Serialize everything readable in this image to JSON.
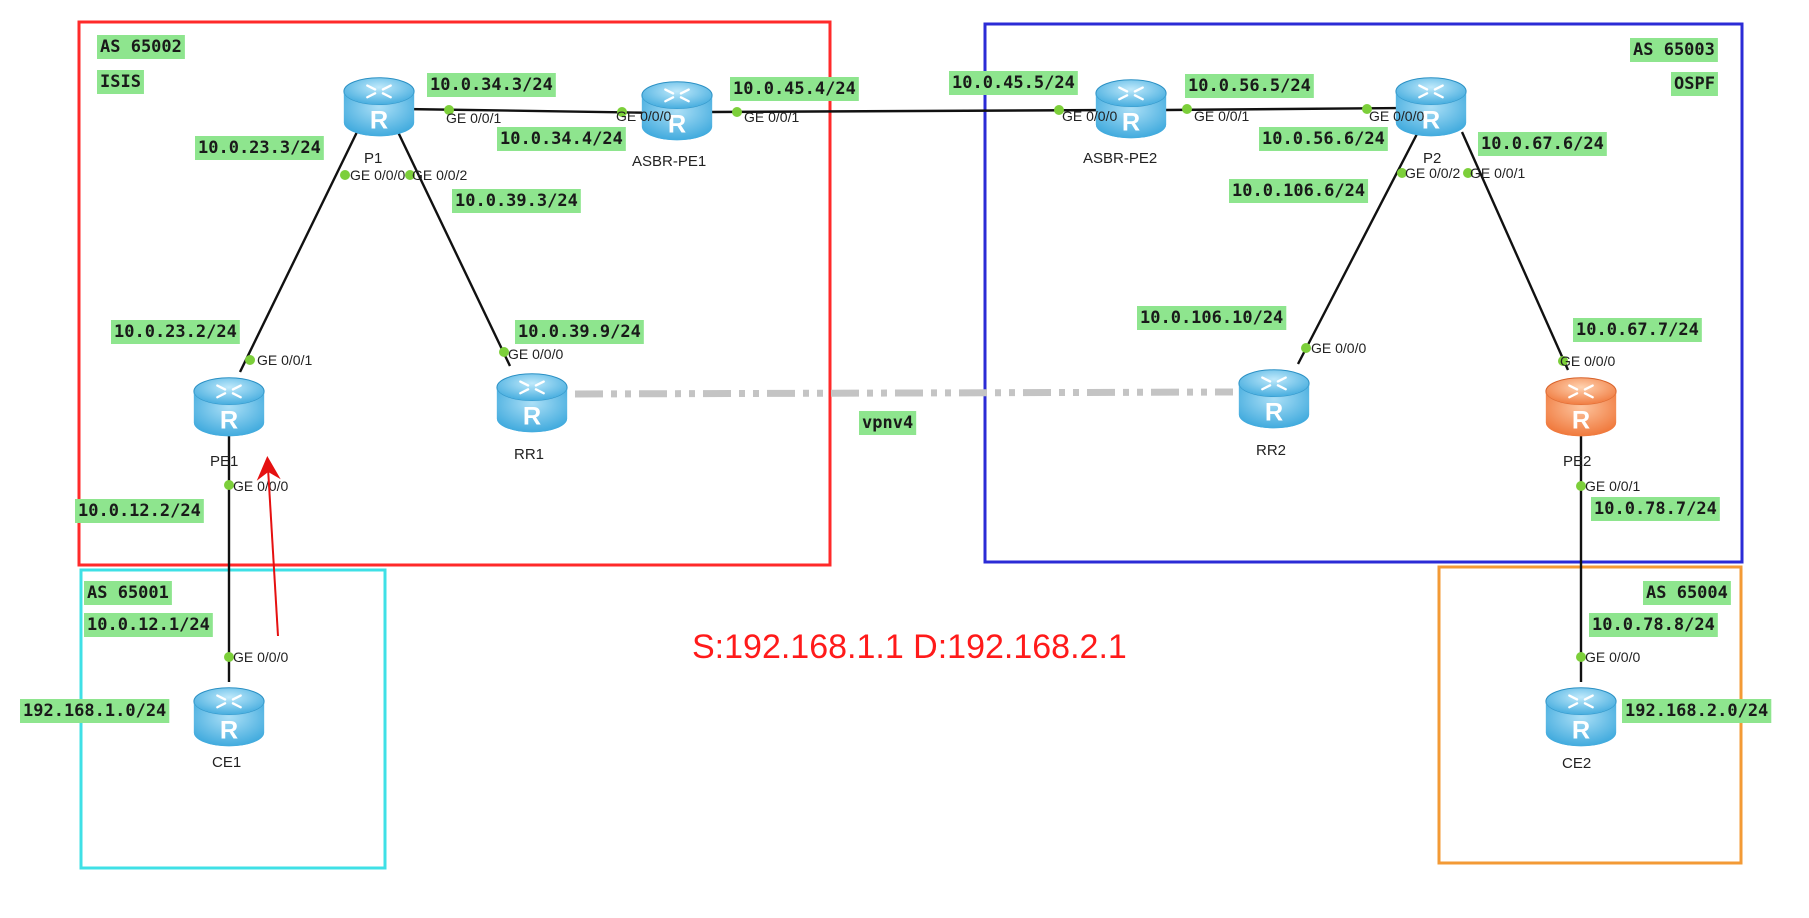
{
  "colors": {
    "label_bg": "#8ee58e",
    "as65002_border": "#ff2a2a",
    "as65003_border": "#2b2bd6",
    "as65001_border": "#3fe0e6",
    "as65004_border": "#f39a35",
    "router_blue": "#5fc3ee",
    "router_orange": "#f58a46",
    "port_dot": "#7ccf3a",
    "vpnv4_line": "#c4c4c4",
    "traffic_arrow": "#e51010",
    "annotation_text": "#ff1a1a"
  },
  "domains": {
    "as65002": {
      "label": "AS 65002",
      "protocol": "ISIS"
    },
    "as65003": {
      "label": "AS 65003",
      "protocol": "OSPF"
    },
    "as65001": {
      "label": "AS 65001"
    },
    "as65004": {
      "label": "AS 65004"
    }
  },
  "routers": {
    "p1": {
      "name": "P1",
      "icon": "router-icon",
      "color": "blue"
    },
    "asbr_pe1": {
      "name": "ASBR-PE1",
      "icon": "router-icon",
      "color": "blue"
    },
    "asbr_pe2": {
      "name": "ASBR-PE2",
      "icon": "router-icon",
      "color": "blue"
    },
    "p2": {
      "name": "P2",
      "icon": "router-icon",
      "color": "blue"
    },
    "pe1": {
      "name": "PE1",
      "icon": "router-icon",
      "color": "blue"
    },
    "rr1": {
      "name": "RR1",
      "icon": "router-icon",
      "color": "blue"
    },
    "rr2": {
      "name": "RR2",
      "icon": "router-icon",
      "color": "blue"
    },
    "pe2": {
      "name": "PE2",
      "icon": "router-icon",
      "color": "orange"
    },
    "ce1": {
      "name": "CE1",
      "icon": "router-icon",
      "color": "blue"
    },
    "ce2": {
      "name": "CE2",
      "icon": "router-icon",
      "color": "blue"
    }
  },
  "ip_labels": {
    "p1_asbr1_p1": "10.0.34.3/24",
    "p1_asbr1_asbr": "10.0.34.4/24",
    "asbr1_asbr2_asbr1": "10.0.45.4/24",
    "asbr1_asbr2_asbr2": "10.0.45.5/24",
    "asbr2_p2_asbr2": "10.0.56.5/24",
    "asbr2_p2_p2": "10.0.56.6/24",
    "pe1_p1_p1": "10.0.23.3/24",
    "pe1_p1_pe1": "10.0.23.2/24",
    "p1_rr1_p1": "10.0.39.3/24",
    "p1_rr1_rr1": "10.0.39.9/24",
    "p2_pe2_p2": "10.0.67.6/24",
    "p2_pe2_pe2": "10.0.67.7/24",
    "p2_rr2_p2": "10.0.106.6/24",
    "p2_rr2_rr2": "10.0.106.10/24",
    "pe1_ce1_pe1": "10.0.12.2/24",
    "pe1_ce1_ce1": "10.0.12.1/24",
    "pe2_ce2_pe2": "10.0.78.7/24",
    "pe2_ce2_ce2": "10.0.78.8/24",
    "ce1_lan": "192.168.1.0/24",
    "ce2_lan": "192.168.2.0/24",
    "vpnv4": "vpnv4"
  },
  "ports": {
    "p1_to_asbr1": "GE 0/0/1",
    "asbr1_to_p1": "GE 0/0/0",
    "asbr1_to_asbr2": "GE 0/0/1",
    "asbr2_to_asbr1": "GE 0/0/0",
    "asbr2_to_p2": "GE 0/0/1",
    "p2_to_asbr2": "GE 0/0/0",
    "p1_to_pe1": "GE 0/0/0",
    "p1_to_rr1": "GE 0/0/2",
    "pe1_to_p1": "GE 0/0/1",
    "rr1_to_p1": "GE 0/0/0",
    "p2_to_rr2": "GE 0/0/2",
    "p2_to_pe2": "GE 0/0/1",
    "rr2_to_p2": "GE 0/0/0",
    "pe2_to_p2": "GE 0/0/0",
    "pe1_to_ce1": "GE 0/0/0",
    "ce1_to_pe1": "GE 0/0/0",
    "pe2_to_ce2": "GE 0/0/1",
    "ce2_to_pe2": "GE 0/0/0"
  },
  "annotation": "S:192.168.1.1 D:192.168.2.1"
}
